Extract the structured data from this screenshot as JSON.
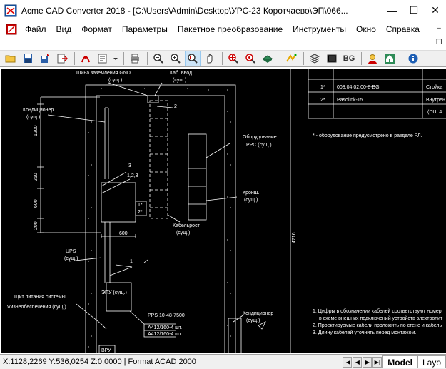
{
  "window": {
    "title": "Acme CAD Converter 2018 - [C:\\Users\\Admin\\Desktop\\УРС-23 Коротчаево\\ЭП\\066...",
    "minimize": "—",
    "maximize": "☐",
    "close": "✕"
  },
  "menu": {
    "items": [
      "Файл",
      "Вид",
      "Формат",
      "Параметры",
      "Пакетное преобразование",
      "Инструменты",
      "Окно",
      "Справка"
    ],
    "mdi_minimize": "–",
    "mdi_restore": "❐",
    "mdi_close": "✕"
  },
  "toolbar": {
    "bg_label": "BG"
  },
  "drawing": {
    "labels": {
      "gnd_bus": "Шина заземления GND",
      "gnd_bus_sub": "(сущ.)",
      "cable_entry": "Каб. ввод",
      "cable_entry_sub": "(сущ.)",
      "air_cond_top": "Кондиционер",
      "air_cond_top_sub": "(сущ.)",
      "equipment_rrs": "Оборудование",
      "equipment_rrs2": "РРС (сущ.)",
      "bracket": "Кронш.",
      "bracket_sub": "(сущ.)",
      "cable_tray": "Кабельрост",
      "cable_tray_sub": "(сущ.)",
      "ups": "UPS",
      "ups_sub": "(сущ.)",
      "epu": "ЭПУ (сущ.)",
      "power_panel": "Щит питания системы",
      "power_panel2": "жизнеобеспечения (сущ.)",
      "pps_cable": "PPS 10-48-7500",
      "cable_a1": "А412/160-4 шт.",
      "cable_a2": "А412/160-4 шт.",
      "air_cond_bottom": "Кондиционер",
      "air_cond_bottom_sub": "(сущ.)",
      "vru": "ВРУ",
      "dim_1200": "1200",
      "dim_250": "250",
      "dim_600": "600",
      "dim_200": "200",
      "dim_600h": "600",
      "dim_4716": "4716",
      "num_1": "1",
      "num_2": "2",
      "num_3": "3",
      "num_12": "1,2,3",
      "num_1star": "1*",
      "num_2star": "2*",
      "table_r1_num": "1*",
      "table_r1_code": "008.04.02.00-8-BG",
      "table_r1_name": "Стойка",
      "table_r2_num": "2*",
      "table_r2_code": "Pasolink-15",
      "table_r2_name": "Внутрен",
      "table_r3_name": "(DU, 4",
      "footnote": "* - оборудование предусмотрено в разделе РЛ.",
      "note1": "1. Цифры в обозначении кабелей соответствуют номер",
      "note1b": "в схеме внешних подключений устройств электропит",
      "note2": "2. Проектируемые кабели проложить по стене и кабель",
      "note3": "3. Длину кабелей уточнить перед монтажом."
    }
  },
  "status": {
    "coords": "X:1128,2269 Y:536,0254 Z:0,0000 | Format ACAD 2000",
    "tab_model": "Model",
    "tab_layout": "Layo"
  },
  "colors": {
    "canvas_bg": "#000000",
    "drawing_stroke": "#ffffff",
    "chrome_bg": "#f0f0f0"
  }
}
